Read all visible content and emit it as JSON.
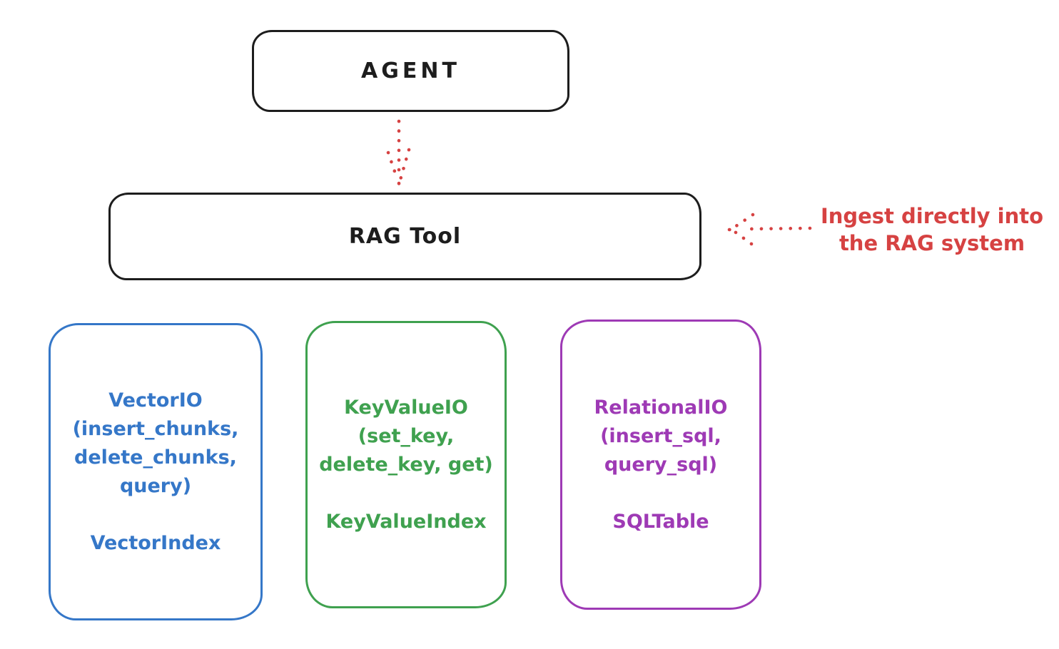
{
  "diagram": {
    "title_hint": "RAG Tool architecture sketch",
    "colors": {
      "ink_black": "#1d1d1d",
      "arrow_red": "#d64242",
      "vector_blue": "#3577c8",
      "keyvalue_green": "#3fa14f",
      "relational_purple": "#9e3ab5",
      "background": "#ffffff"
    },
    "nodes": {
      "agent": {
        "label": "AGENT"
      },
      "rag_tool": {
        "label": "RAG Tool"
      },
      "vector": {
        "lines": [
          "VectorIO",
          "(insert_chunks,",
          "delete_chunks,",
          "query)",
          "VectorIndex"
        ]
      },
      "keyvalue": {
        "lines": [
          "KeyValueIO",
          "(set_key,",
          "delete_key, get)",
          "KeyValueIndex"
        ]
      },
      "relational": {
        "lines": [
          "RelationalIO",
          "(insert_sql,",
          "query_sql)",
          "SQLTable"
        ]
      }
    },
    "annotations": {
      "ingest": {
        "line1": "Ingest directly into",
        "line2": "the RAG system"
      }
    },
    "edges": [
      {
        "from": "agent",
        "to": "rag_tool",
        "style": "dotted-red-arrow"
      },
      {
        "from": "ingest-annotation",
        "to": "rag_tool",
        "style": "dotted-red-arrow"
      }
    ]
  }
}
